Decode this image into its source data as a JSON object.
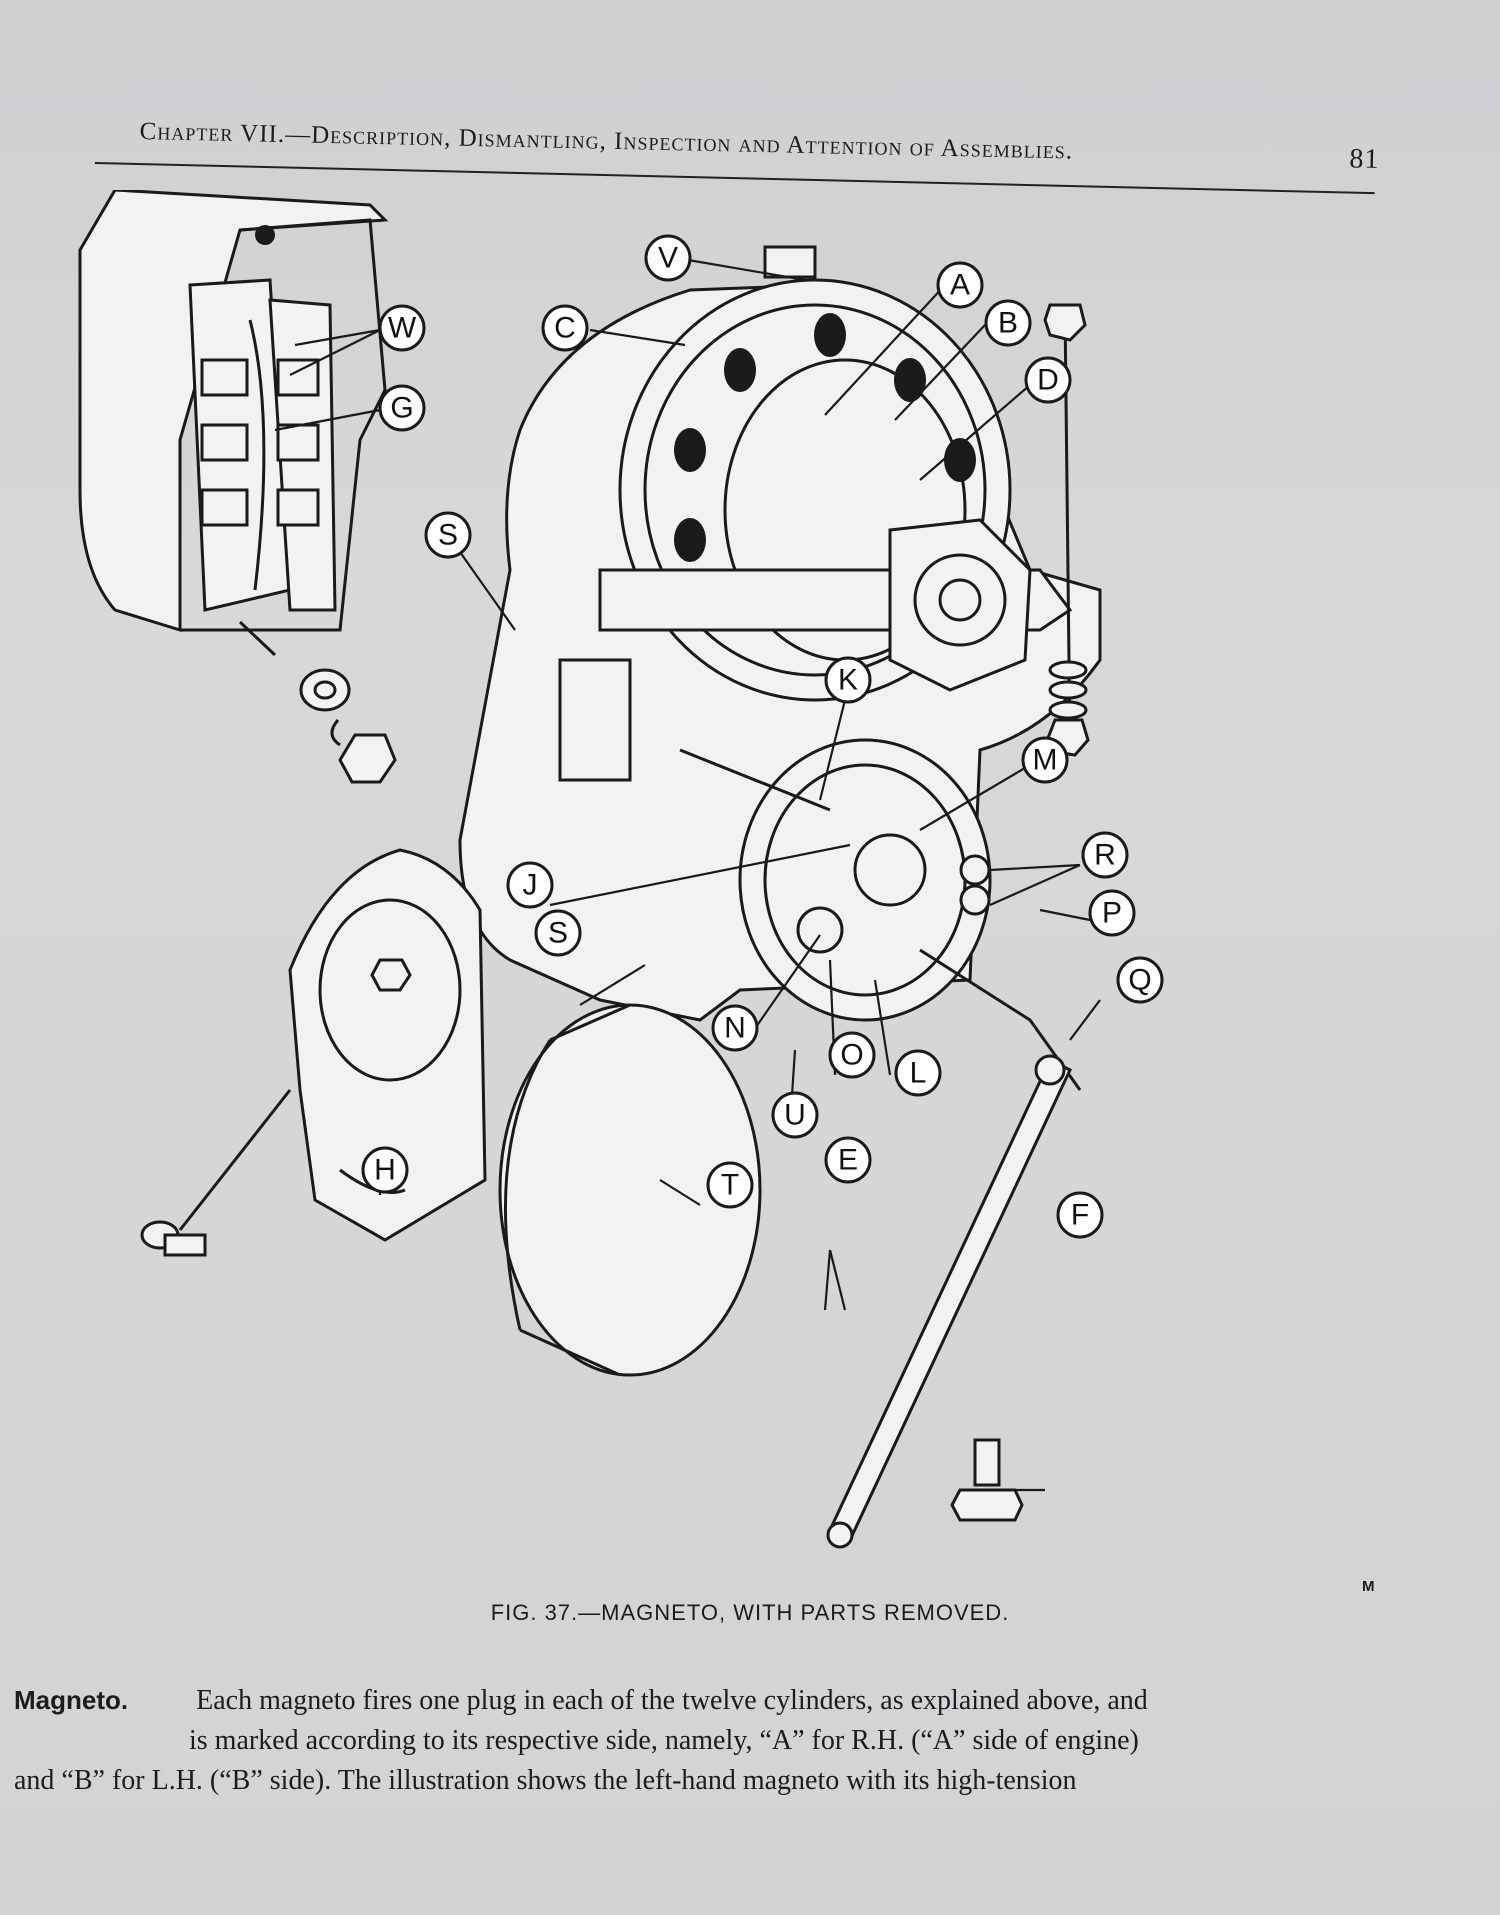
{
  "running_head": {
    "title": "Chapter VII.—Description, Dismantling, Inspection and Attention of Assemblies.",
    "page_number": "81"
  },
  "figure": {
    "labels": [
      "V",
      "A",
      "B",
      "C",
      "W",
      "D",
      "G",
      "S",
      "K",
      "M",
      "R",
      "J",
      "S",
      "P",
      "Q",
      "N",
      "O",
      "L",
      "U",
      "H",
      "E",
      "T",
      "F"
    ],
    "caption": "FIG. 37.—MAGNETO, WITH PARTS REMOVED.",
    "corner_mark": "M"
  },
  "body": {
    "lead": "Magneto.",
    "line1": "Each magneto fires one plug in each of the twelve cylinders, as explained above, and",
    "line2": "is marked according to its respective side, namely, “A” for R.H. (“A” side of engine)",
    "line3": "and “B” for L.H. (“B” side). The illustration shows the left-hand magneto with its high-tension"
  }
}
